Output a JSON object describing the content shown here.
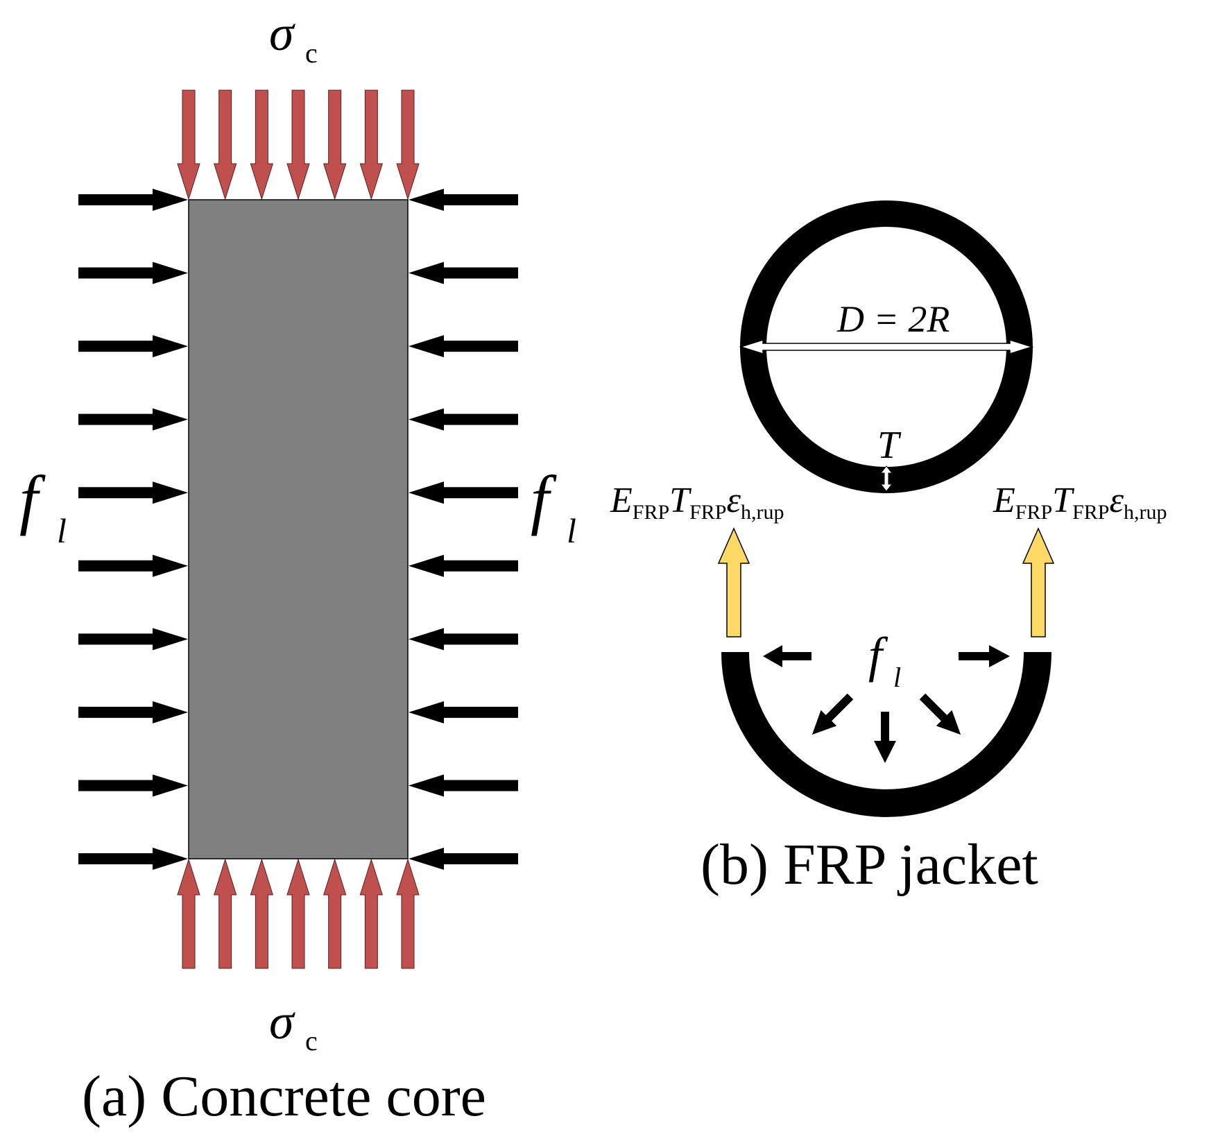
{
  "panel_a": {
    "sigma_symbol": "σ",
    "sigma_subscript": "c",
    "lateral_symbol": "f",
    "lateral_subscript": "l",
    "caption": "(a) Concrete core",
    "colors": {
      "core_fill": "#808080",
      "axial_arrow": "#c0504d",
      "lateral_arrow": "#000000"
    },
    "axial_arrow_count": 7,
    "lateral_arrow_count_per_side": 10
  },
  "panel_b": {
    "diameter_label": "D = 2R",
    "thickness_label": "T",
    "hoop_force": {
      "left": {
        "E": "E",
        "E_sub": "FRP",
        "T": "T",
        "T_sub": "FRP",
        "eps": "ε",
        "eps_sub": "h,rup"
      },
      "right": {
        "E": "E",
        "E_sub": "FRP",
        "T": "T",
        "T_sub": "FRP",
        "eps": "ε",
        "eps_sub": "h,rup"
      }
    },
    "pressure_symbol": "f",
    "pressure_subscript": "l",
    "caption": "(b) FRP jacket",
    "colors": {
      "jacket": "#000000",
      "hoop_arrow": "#ffd966"
    }
  }
}
